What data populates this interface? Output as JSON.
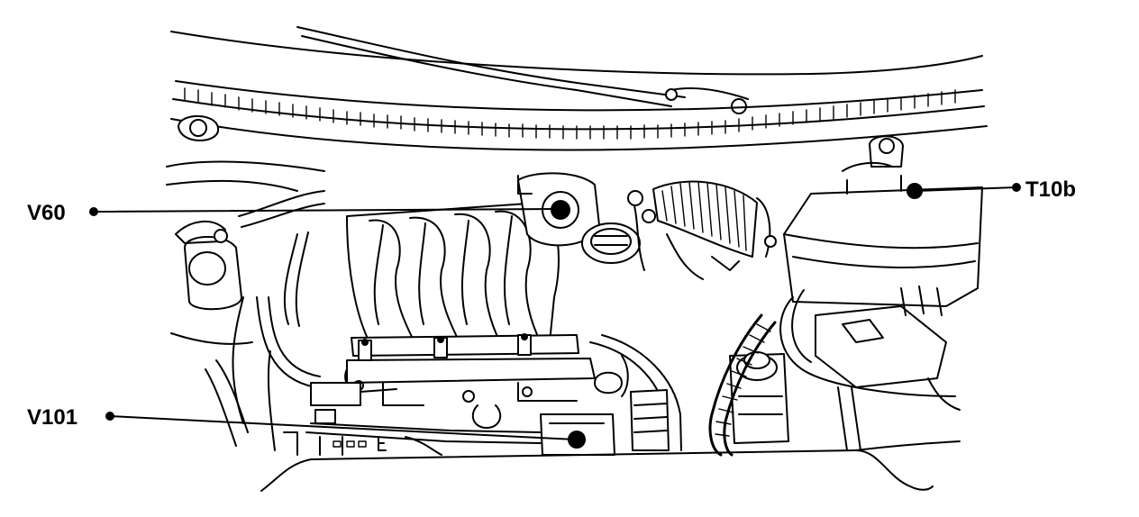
{
  "callouts": {
    "v60": {
      "label": "V60"
    },
    "v101": {
      "label": "V101"
    },
    "t10b": {
      "label": "T10b"
    }
  },
  "colors": {
    "line": "#000000",
    "background": "#ffffff"
  }
}
